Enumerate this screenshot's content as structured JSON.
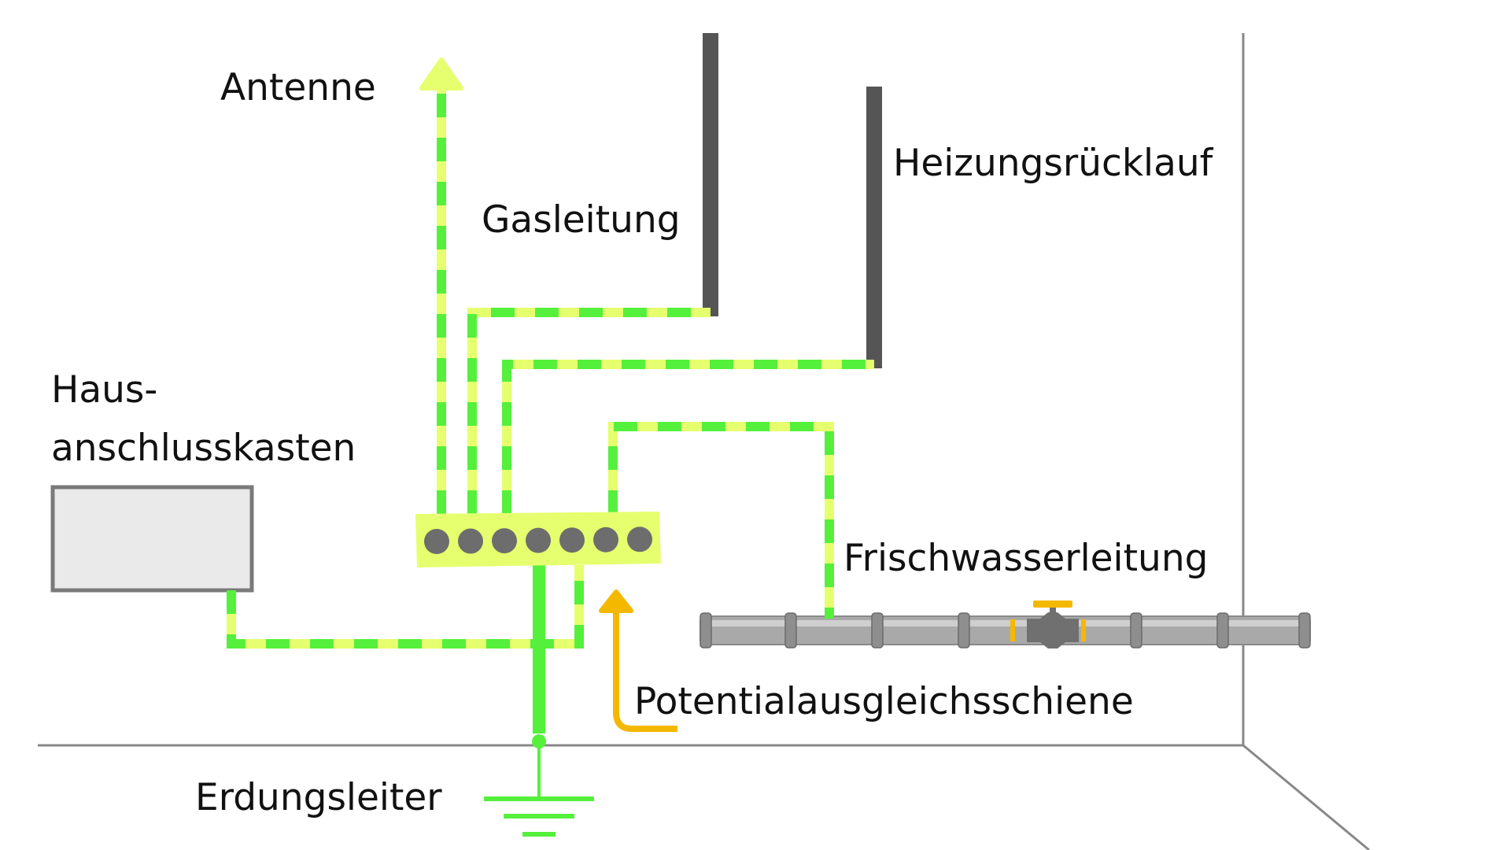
{
  "labels": {
    "antenne": "Antenne",
    "gasleitung": "Gasleitung",
    "heizung": "Heizungsrücklauf",
    "haus_line1": "Haus-",
    "haus_line2": "anschlusskasten",
    "frischwasser": "Frischwasserleitung",
    "potential": "Potentialausgleichsschiene",
    "erdung": "Erdungsleiter"
  },
  "colors": {
    "conductor_green": "#55f03c",
    "conductor_yellow": "#e6ff6e",
    "rail_fill": "#e6ff6e",
    "terminal": "#6d6d6d",
    "gas_pipe": "#555555",
    "water_pipe": "#a9a9a9",
    "valve_accent": "#f5b800",
    "box_fill": "#eaeaea",
    "box_border": "#7a7a7a",
    "wall_lines": "#888888"
  },
  "terminal_count": 7,
  "icons": {
    "ground": "ground-symbol-icon",
    "valve": "valve-icon",
    "arrow_up": "arrow-up-icon"
  }
}
